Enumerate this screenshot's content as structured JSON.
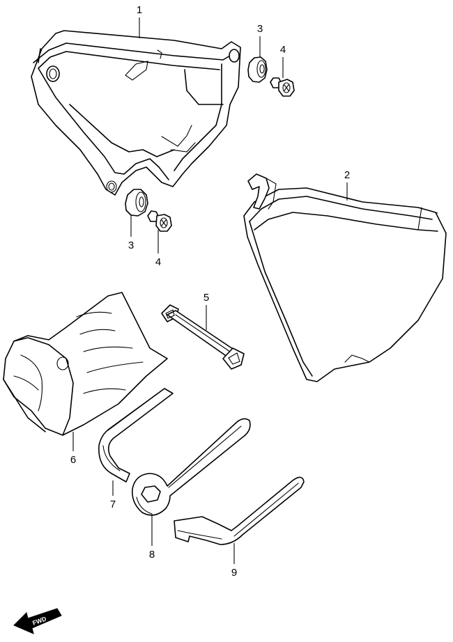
{
  "callouts": {
    "c1": "1",
    "c2": "2",
    "c3a": "3",
    "c4a": "4",
    "c3b": "3",
    "c4b": "4",
    "c5": "5",
    "c6": "6",
    "c7": "7",
    "c8": "8",
    "c9": "9"
  },
  "fwd_label": "FWD",
  "parts": [
    "frame-cover",
    "side-cover",
    "grommet",
    "screw",
    "band",
    "tool-bag",
    "hex-wrench",
    "spanner",
    "hook-wrench"
  ]
}
